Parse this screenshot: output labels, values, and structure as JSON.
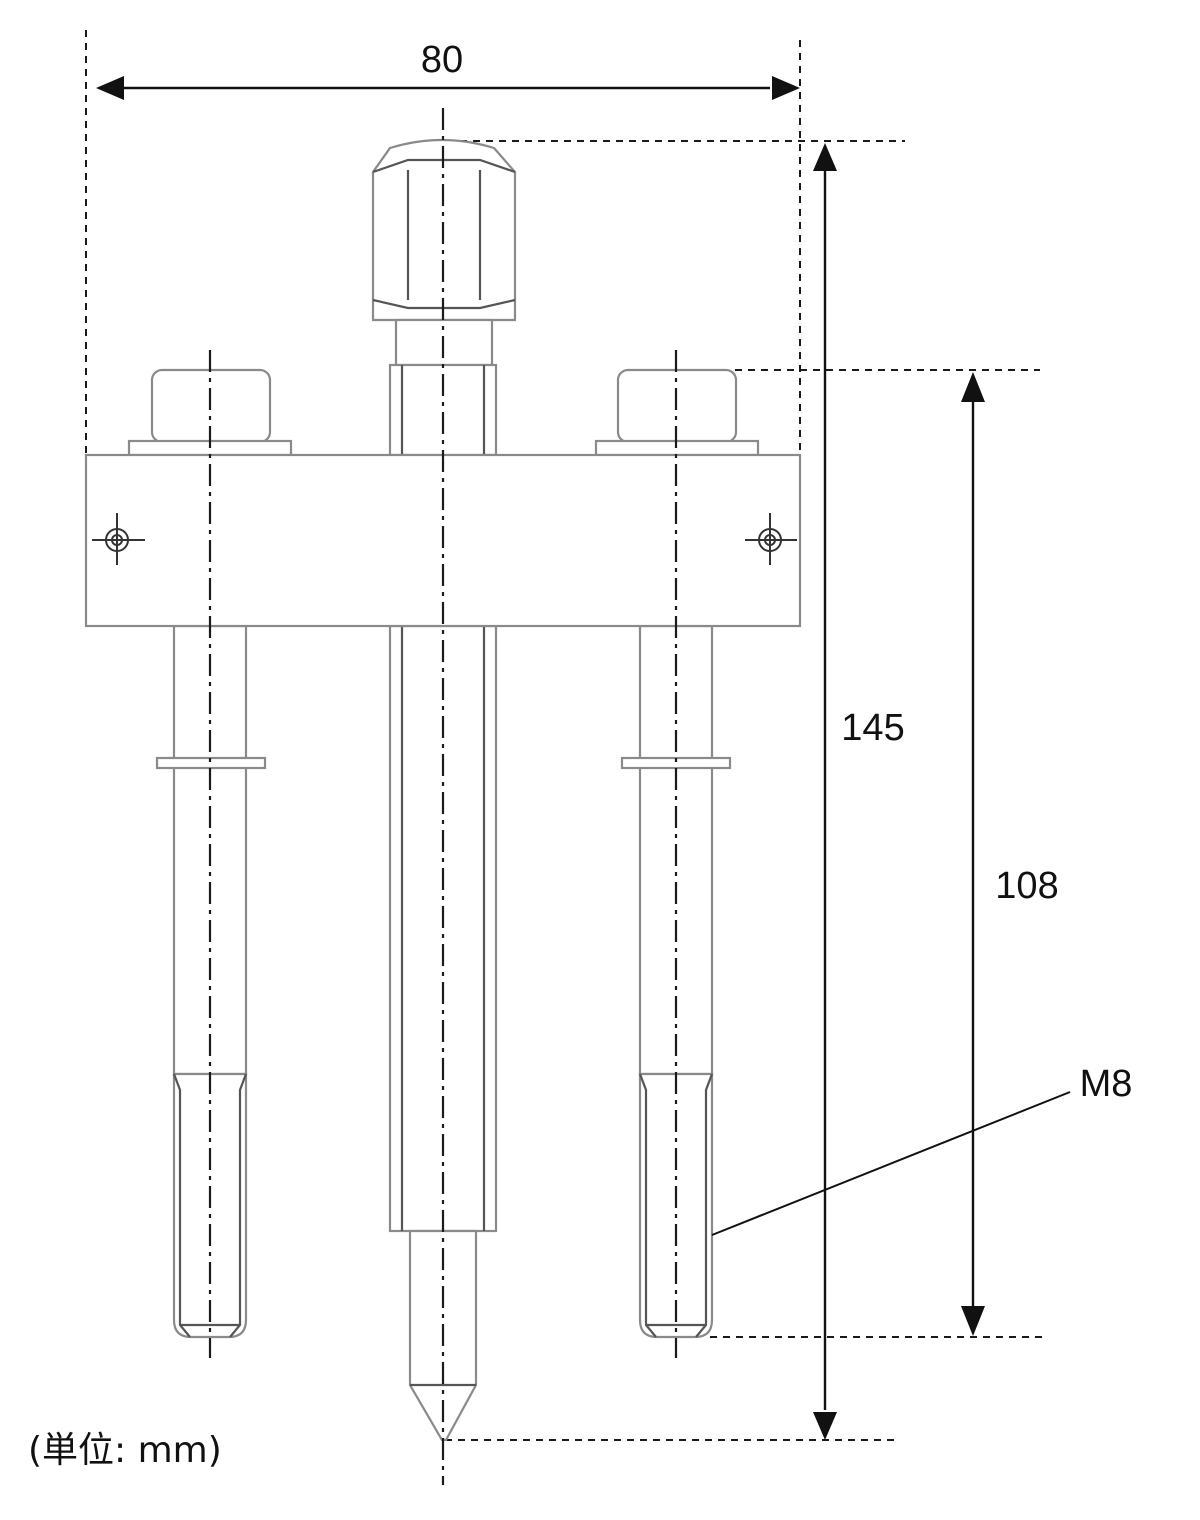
{
  "dimensions": {
    "width": "80",
    "overall_height": "145",
    "arm_length": "108",
    "thread": "M8"
  },
  "unit_note": "(単位: mm)"
}
